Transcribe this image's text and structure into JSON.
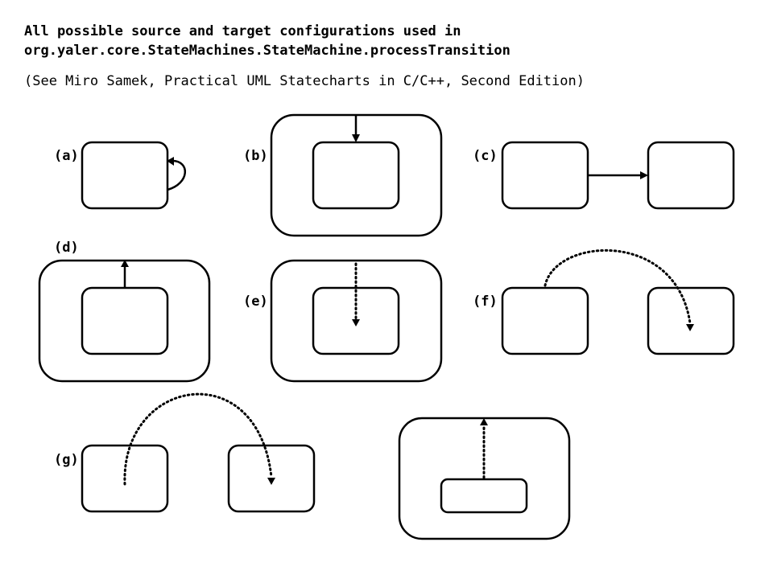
{
  "header": {
    "title_line1": "All possible source and target configurations used in",
    "title_line2": "org.yaler.core.StateMachines.StateMachine.processTransition",
    "subtitle": "(See Miro Samek, Practical UML Statecharts in C/C++, Second Edition)"
  },
  "panels": [
    {
      "label": "(a)"
    },
    {
      "label": "(b)"
    },
    {
      "label": "(c)"
    },
    {
      "label": "(d)"
    },
    {
      "label": "(e)"
    },
    {
      "label": "(f)"
    },
    {
      "label": "(g)"
    }
  ]
}
